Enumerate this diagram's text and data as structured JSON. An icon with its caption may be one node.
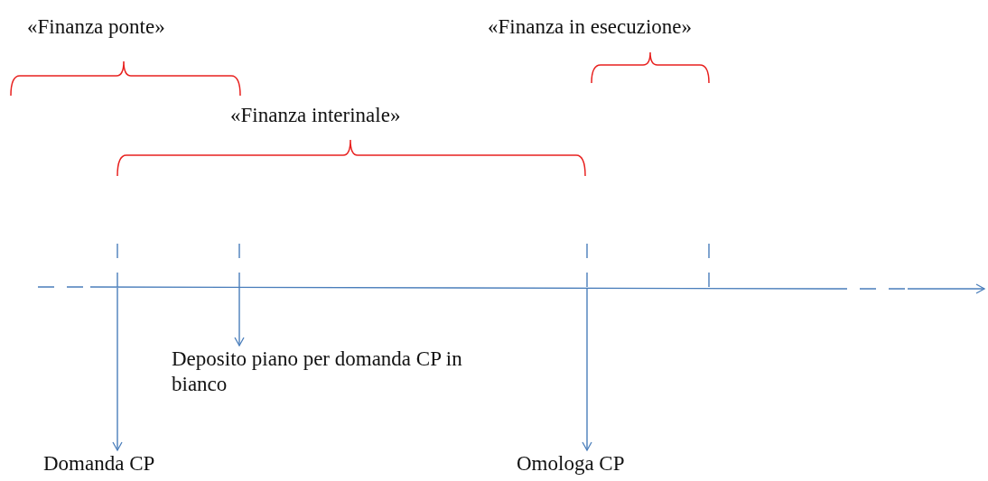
{
  "diagram": {
    "nodes": [
      {
        "text": [
          "Deposito piano per domanda CP in bianco"
        ]
      },
      {
        "text": [
          "Domanda CP"
        ]
      },
      {
        "text": [
          "Omologa CP"
        ]
      }
    ],
    "edges": [
      {
        "from": null,
        "to": 1,
        "arrow": "to"
      },
      {
        "from": null,
        "to": 0,
        "arrow": "to"
      },
      {
        "from": null,
        "to": 2,
        "arrow": "to"
      }
    ],
    "labels": [
      "«Finanza ponte»",
      "«Finanza in esecuzione»",
      "«Finanza interinale»"
    ]
  }
}
